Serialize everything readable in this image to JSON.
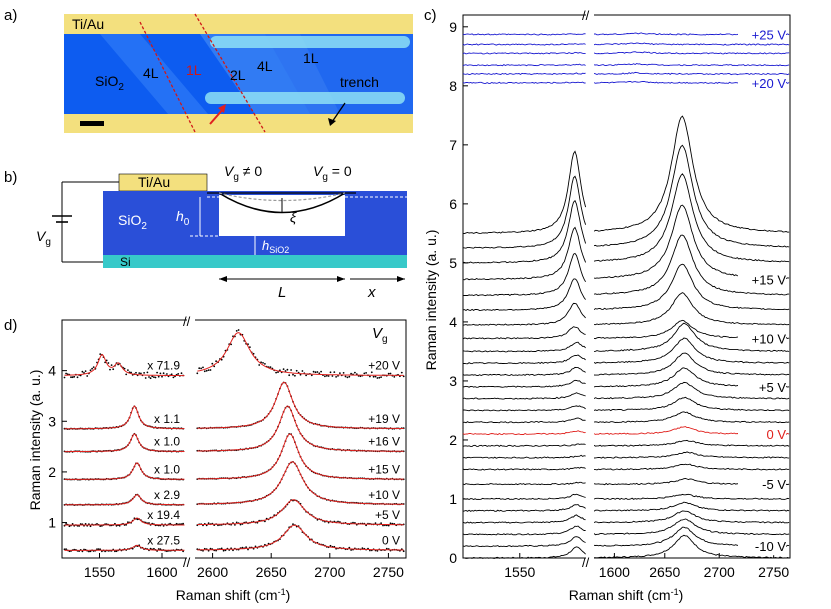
{
  "panel_labels": {
    "a": "a)",
    "b": "b)",
    "c": "c)",
    "d": "d)"
  },
  "panel_a": {
    "ti_au": "Ti/Au",
    "sio2": "SiO",
    "sio2_sub": "2",
    "layer_labels": [
      "4L",
      "1L",
      "2L",
      "4L",
      "1L"
    ],
    "trench": "trench"
  },
  "panel_b": {
    "ti_au": "Ti/Au",
    "sio2": "SiO",
    "sio2_sub": "2",
    "si": "Si",
    "vg_label": "V",
    "vg_sub": "g",
    "vg_neq": "V",
    "vg_neq_sub": "g",
    "vg_neq_rest": " ≠ 0",
    "vg_eq": "V",
    "vg_eq_sub": "g",
    "vg_eq_rest": " = 0",
    "xi": "ξ",
    "h0": "h",
    "h0_sub": "0",
    "hsio2": "h",
    "hsio2_sub": "SiO2",
    "L": "L",
    "x": "x"
  },
  "colors": {
    "gold": "#f3e07e",
    "sio2_blue": "#2a4fd8",
    "si_teal": "#37c9c9",
    "fit_red": "#e0201c",
    "blue_trace": "#1a1ad0",
    "red_trace": "#e0201c"
  },
  "chart_data": [
    {
      "id": "panel-c",
      "type": "line",
      "xlabel": "Raman shift (cm",
      "xlabel_sup": "-1",
      "xlabel_end": ")",
      "ylabel": "Raman intensity (a. u.)",
      "x_ticks_left": [
        "1550",
        "1600"
      ],
      "x_ticks_right": [
        "2650",
        "2700",
        "2750"
      ],
      "y_ticks": [
        "0",
        "1",
        "2",
        "3",
        "4",
        "5",
        "6",
        "7",
        "8",
        "9"
      ],
      "ylim": [
        0,
        9.2
      ],
      "voltage_labels": [
        "+25 V",
        "+20 V",
        "+15 V",
        "+10 V",
        "+5 V",
        "0 V",
        "-5 V",
        "-10 V"
      ],
      "offsets": [
        0.0,
        0.2,
        0.4,
        0.6,
        0.8,
        1.0,
        1.25,
        1.5,
        1.7,
        1.9,
        2.1,
        2.3,
        2.5,
        2.7,
        2.9,
        3.1,
        3.3,
        3.5,
        3.72,
        3.95,
        4.2,
        4.45,
        4.72,
        5.0,
        5.25,
        5.5,
        8.05,
        8.2,
        8.35,
        8.55,
        8.7,
        8.87
      ],
      "red_index": 10,
      "blue_from": 26
    },
    {
      "id": "panel-d",
      "type": "scatter",
      "xlabel": "Raman shift (cm",
      "xlabel_sup": "-1",
      "xlabel_end": ")",
      "ylabel": "Raman intensity (a. u.)",
      "x_ticks_left": [
        "1550",
        "1600"
      ],
      "x_ticks_right": [
        "2600",
        "2650",
        "2700",
        "2750"
      ],
      "y_ticks": [
        "1",
        "2",
        "3",
        "4"
      ],
      "legend_title": "V",
      "legend_title_sub": "g",
      "series": [
        {
          "name": "+20 V",
          "factor": "x 71.9",
          "offset": 3.9
        },
        {
          "name": "+19 V",
          "factor": "x 1.1",
          "offset": 2.85
        },
        {
          "name": "+16 V",
          "factor": "x 1.0",
          "offset": 2.4
        },
        {
          "name": "+15 V",
          "factor": "x 1.0",
          "offset": 1.85
        },
        {
          "name": "+10 V",
          "factor": "x 2.9",
          "offset": 1.35
        },
        {
          "name": "+5 V",
          "factor": "x 19.4",
          "offset": 0.95
        },
        {
          "name": "0 V",
          "factor": "x 27.5",
          "offset": 0.45
        }
      ]
    }
  ]
}
